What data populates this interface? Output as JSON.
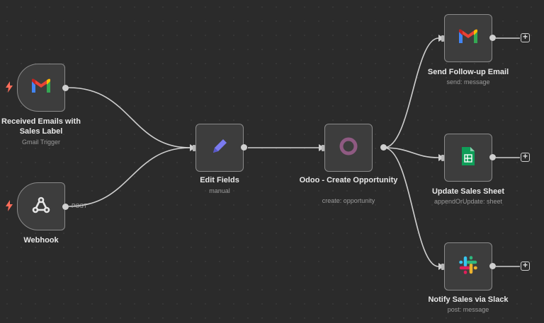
{
  "nodes": {
    "gmail_trigger": {
      "title": "Received Emails with Sales Label",
      "subtitle": "Gmail Trigger"
    },
    "webhook": {
      "title": "Webhook",
      "output_label": "POST"
    },
    "edit_fields": {
      "title": "Edit Fields",
      "subtitle": "manual"
    },
    "odoo": {
      "title": "Odoo - Create Opportunity",
      "subtitle": "create: opportunity"
    },
    "send_email": {
      "title": "Send Follow-up Email",
      "subtitle": "send: message"
    },
    "sheets": {
      "title": "Update Sales Sheet",
      "subtitle": "appendOrUpdate: sheet"
    },
    "slack": {
      "title": "Notify Sales via Slack",
      "subtitle": "post: message"
    }
  },
  "add_button_symbol": "+",
  "colors": {
    "canvas_bg": "#2b2b2b",
    "node_bg": "#3d3d3d",
    "node_border": "#8a8a8a",
    "edge": "#cfcfcf",
    "trigger_bolt": "#ff6d5a",
    "odoo": "#714b67",
    "edit_pencil": "#7b7bf0",
    "sheets": "#0f9d58"
  },
  "icons": [
    "gmail-icon",
    "webhook-icon",
    "pencil-icon",
    "odoo-icon",
    "google-sheets-icon",
    "slack-icon",
    "bolt-icon"
  ]
}
